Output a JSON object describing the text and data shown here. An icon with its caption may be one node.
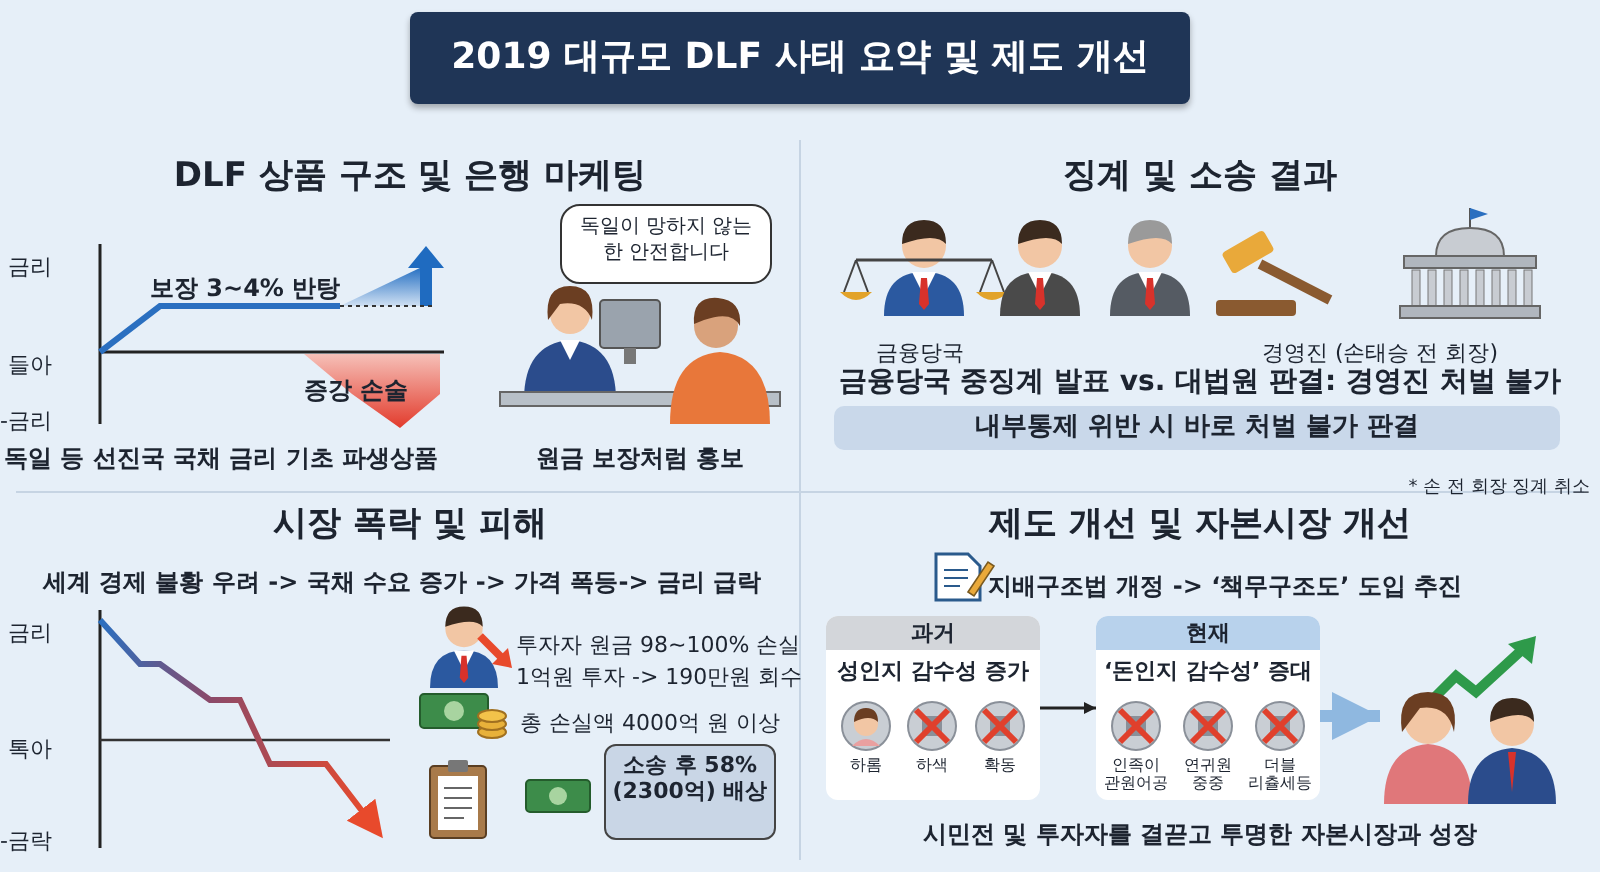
{
  "diagram": {
    "title": "2019 대규모 DLF 사태 요약 및 제도 개선",
    "nodes": [
      {
        "text": [
          "독일이 망하지 않는 한 안전합니다"
        ]
      },
      {
        "text": [
          "내부통제 위반 시 바로 처벌 불가 판결"
        ]
      },
      {
        "text": [
          "소송 후 58%(2300억) 배상"
        ]
      },
      {
        "text": [
          "과거",
          "성인지 감수성 증가"
        ]
      },
      {
        "text": [
          "하롬"
        ],
        "in": 3
      },
      {
        "text": [
          "하색"
        ],
        "in": 3
      },
      {
        "text": [
          "확동"
        ],
        "in": 3
      },
      {
        "text": [
          "현재",
          "‘돈인지 감수성’ 증대"
        ]
      },
      {
        "text": [
          "인족이 관원어공"
        ],
        "in": 7
      },
      {
        "text": [
          "연귀원 중중"
        ],
        "in": 7
      },
      {
        "text": [
          "더블 리츌세등"
        ],
        "in": 7
      },
      {
        "text": [],
        "shape": "picture"
      }
    ],
    "edges": [
      {
        "from": 3,
        "to": 7,
        "arrow": "to"
      },
      {
        "from": 7,
        "to": 11,
        "arrow": "to",
        "style": "thick",
        "color": "#8fb8e0"
      }
    ],
    "labels": [
      "DLF 상품 구조 및 은행 마케팅",
      "금리",
      "들아",
      "-금리",
      "보장 3~4% 반탕",
      "증강 손술",
      "독일 등 선진국 국채 금리 기초 파생상품",
      "원금 보장처럼 홍보",
      "징계 및 소송 결과",
      "금융당국",
      "경영진 (손태승 전 회장)",
      "금융당국 중징계 발표 vs. 대법원 판결: 경영진 처벌 불가",
      "* 손 전 회장 징계 취소",
      "시장 폭락 및 피해",
      "세계 경제 불황 우려 -> 국채 수요 증가 -> 가격 폭등-> 금리 급락",
      "금리",
      "톡아",
      "-금락",
      "투자자 원금 98~100% 손실",
      "1억원 투자 -> 190만원 회수",
      "총 손실액 4000억 원 이상",
      "제도 개선 및 자본시장 개선",
      "지배구조법 개정 -> ‘책무구조도’ 도입 추진",
      "시민전 및 투자자를 결끋고 투명한 자본시장과 성장"
    ]
  }
}
